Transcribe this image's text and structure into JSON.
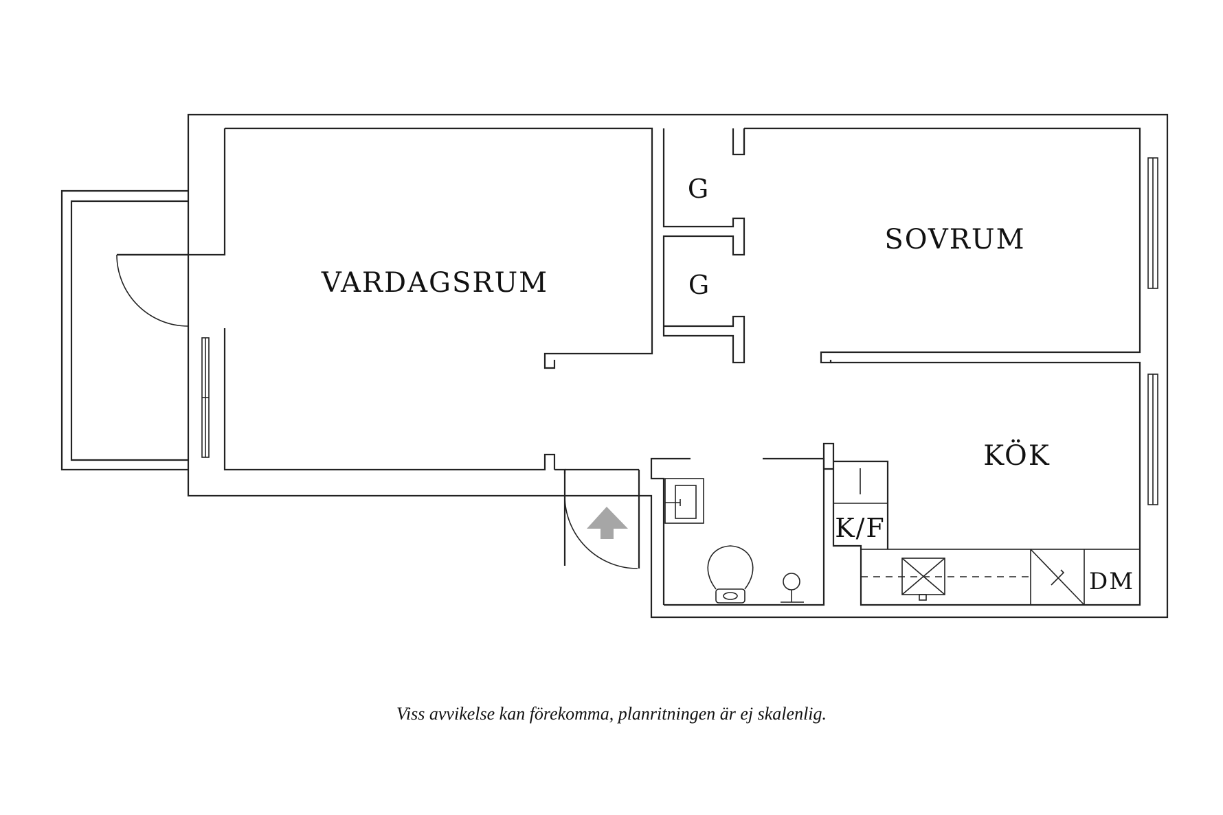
{
  "rooms": {
    "vardagsrum": "VARDAGSRUM",
    "sovrum": "SOVRUM",
    "kok": "KÖK",
    "closet_1": "G",
    "closet_2": "G",
    "fridge": "K/F",
    "dishwasher": "DM"
  },
  "caption": "Viss avvikelse kan förekomma, planritningen är ej skalenlig.",
  "colors": {
    "wall": "#222222",
    "entry_arrow": "#a6a6a6",
    "background": "#ffffff"
  },
  "icons": {
    "entry": "entry-arrow-icon",
    "toilet": "toilet-icon",
    "sink": "sink-icon",
    "stove": "stove-icon"
  }
}
